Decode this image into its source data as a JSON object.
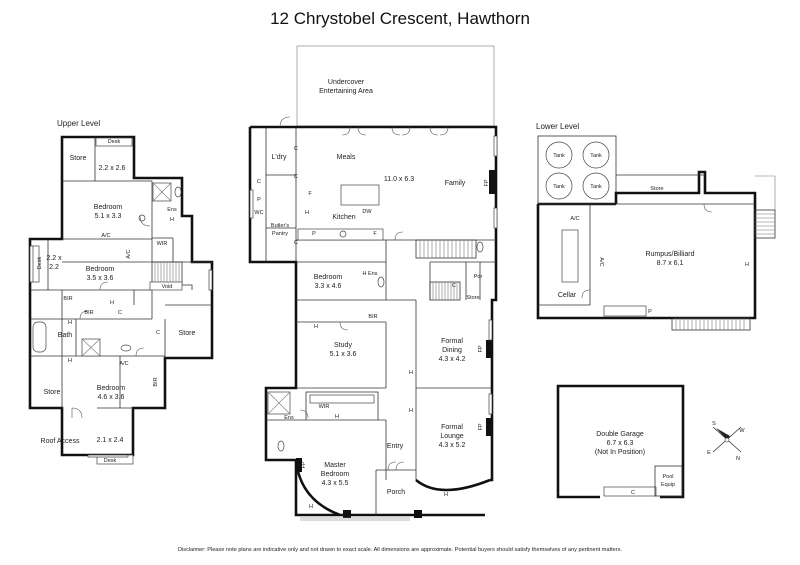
{
  "title": "12 Chrystobel Crescent, Hawthorn",
  "disclaimer": "Disclaimer: Please note plans are indicative only and not drawn to exact scale. All dimensions are approximate. Potential buyers should satisfy themselves of any pertinent matters.",
  "sections": {
    "upper": "Upper Level",
    "lower": "Lower Level"
  },
  "upper_level": {
    "store_top": "Store",
    "desk_top": "Desk",
    "desk_top_dims": "2.2 x 2.6",
    "bed1_name": "Bedroom",
    "bed1_dims": "5.1 x 3.3",
    "ens": "Ens",
    "h1": "H",
    "ac1": "A/C",
    "wir": "WIR",
    "ac2": "A/C",
    "desk_side": "Desk",
    "desk_side_dims_1": "2.2 x",
    "desk_side_dims_2": "2.2",
    "bed2_name": "Bedroom",
    "bed2_dims": "3.5 x 3.6",
    "void": "Void",
    "bir1": "BIR",
    "bir2": "BIR",
    "c1": "C",
    "h2": "H",
    "h3": "H",
    "bath": "Bath",
    "c2": "C",
    "store_mid": "Store",
    "h4": "H",
    "ac3": "A/C",
    "store_low": "Store",
    "bed3_name": "Bedroom",
    "bed3_dims": "4.6 x 3.6",
    "bir3": "BIR",
    "roof_access": "Roof Access",
    "desk_bottom_dims": "2.1 x 2.4",
    "desk_bottom": "Desk"
  },
  "main_level": {
    "undercover_1": "Undercover",
    "undercover_2": "Entertaining Area",
    "ldry": "L'dry",
    "c1": "C",
    "c2": "C",
    "c3": "C",
    "p1": "P",
    "wc": "WC",
    "meals": "Meals",
    "f": "F",
    "h1": "H",
    "kitchen": "Kitchen",
    "dw": "DW",
    "family_dims": "11.0 x 6.3",
    "family": "Family",
    "fp1": "FP",
    "butlers_1": "Butler's",
    "butlers_2": "Pantry",
    "p2": "P",
    "c4": "C",
    "f2": "F",
    "bed_name": "Bedroom",
    "bed_dims": "3.3 x 4.6",
    "h_ens": "H Ens",
    "pdr": "Pdr",
    "c5": "C",
    "store": "Store",
    "bir": "BIR",
    "h2": "H",
    "study": "Study",
    "study_dims": "5.1 x 3.6",
    "formal_dining_1": "Formal",
    "formal_dining_2": "Dining",
    "formal_dining_dims": "4.3 x 4.2",
    "fp2": "FP",
    "h3": "H",
    "ens": "Ens",
    "wir": "WIR",
    "h4": "H",
    "h5": "H",
    "formal_lounge_1": "Formal",
    "formal_lounge_2": "Lounge",
    "formal_lounge_dims": "4.3 x 5.2",
    "fp3": "FP",
    "entry": "Entry",
    "master_1": "Master",
    "master_2": "Bedroom",
    "master_dims": "4.3 x 5.5",
    "fp4": "FP",
    "porch": "Porch",
    "h6": "H",
    "h7": "H"
  },
  "lower_level": {
    "tank1": "Tank",
    "tank2": "Tank",
    "tank3": "Tank",
    "tank4": "Tank",
    "store": "Store",
    "ac": "A/C",
    "ac_vert": "A/C",
    "rumpus_name": "Rumpus/Billiard",
    "rumpus_dims": "8.7 x 6.1",
    "cellar": "Cellar",
    "p": "P",
    "h": "H"
  },
  "garage": {
    "name": "Double Garage",
    "dims": "6.7 x 6.3",
    "note": "(Not In Position)",
    "c": "C",
    "pool_1": "Pool",
    "pool_2": "Equip"
  },
  "compass": {
    "n": "N",
    "e": "E",
    "s": "S",
    "w": "W"
  }
}
